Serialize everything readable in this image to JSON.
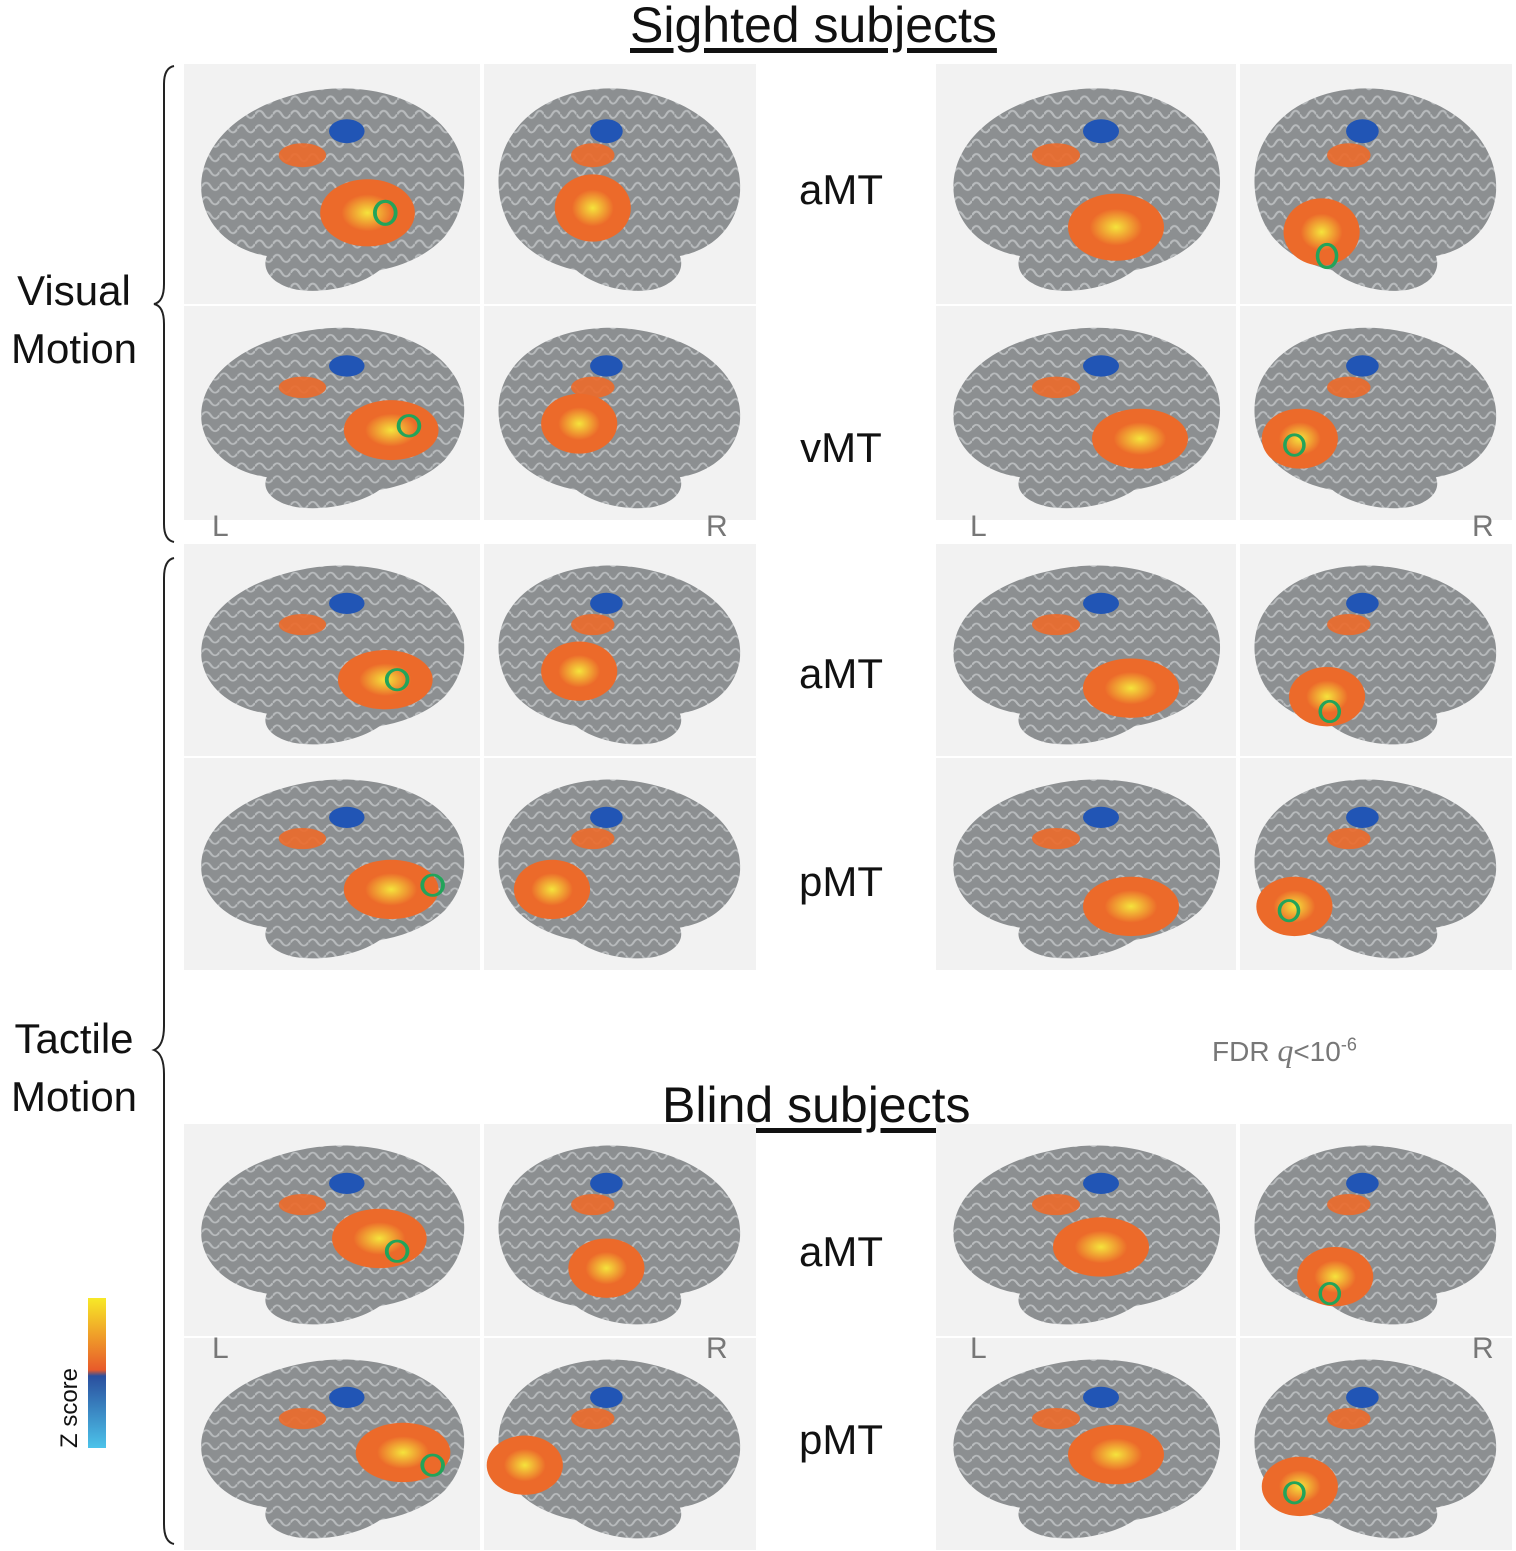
{
  "titles": {
    "sighted": "Sighted subjects",
    "blind": "Blind subjects"
  },
  "row_labels": {
    "visual_line1": "Visual",
    "visual_line2": "Motion",
    "tactile_line1": "Tactile",
    "tactile_line2": "Motion"
  },
  "roi_labels": {
    "s_visual_amt": "aMT",
    "s_visual_vmt": "vMT",
    "s_tactile_amt": "aMT",
    "s_tactile_pmt": "pMT",
    "b_tactile_amt": "aMT",
    "b_tactile_pmt": "pMT"
  },
  "hemisphere": {
    "left": "L",
    "right": "R"
  },
  "threshold": {
    "prefix": "FDR",
    "q": "q",
    "rel": "<10",
    "exp": "-6"
  },
  "colorbar": {
    "label": "Z score",
    "colors": [
      "#f7e928",
      "#e85a2a",
      "#2a4f9e",
      "#4cc3ea"
    ]
  },
  "activation_colors": {
    "positive": "#ec6a2a",
    "peak": "#f5e33c",
    "negative": "#2155b5",
    "roi_circle": "#22a45a",
    "cortex": "#8c8f91"
  }
}
